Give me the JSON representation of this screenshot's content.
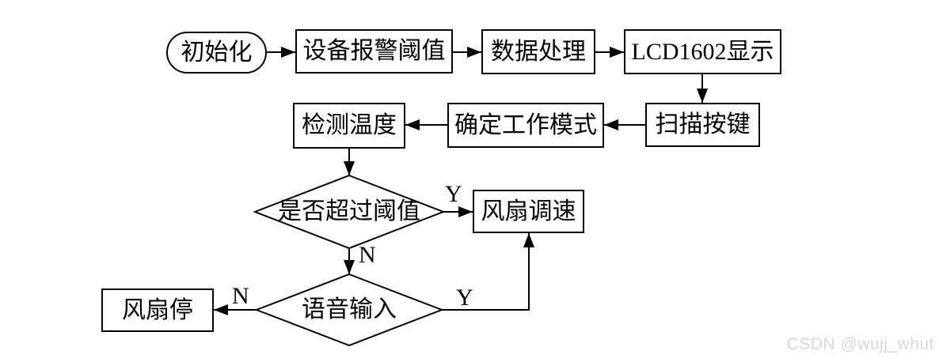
{
  "diagram": {
    "nodes": {
      "start": {
        "label": "初始化",
        "shape": "terminator"
      },
      "alarm_threshold": {
        "label": "设备报警阈值",
        "shape": "process"
      },
      "data_processing": {
        "label": "数据处理",
        "shape": "process"
      },
      "lcd_display": {
        "label": "LCD1602显示",
        "shape": "process"
      },
      "scan_keys": {
        "label": "扫描按键",
        "shape": "process"
      },
      "work_mode": {
        "label": "确定工作模式",
        "shape": "process"
      },
      "detect_temp": {
        "label": "检测温度",
        "shape": "process"
      },
      "threshold_decision": {
        "label": "是否超过阈值",
        "shape": "decision"
      },
      "fan_speed": {
        "label": "风扇调速",
        "shape": "process"
      },
      "voice_input": {
        "label": "语音输入",
        "shape": "decision"
      },
      "fan_stop": {
        "label": "风扇停",
        "shape": "process"
      }
    },
    "edge_labels": {
      "threshold_yes": "Y",
      "threshold_no": "N",
      "voice_no": "N",
      "voice_yes": "Y"
    },
    "colors": {
      "line": "#000000",
      "background": "#ffffff",
      "watermark": "#d8d8d8"
    }
  },
  "watermark": {
    "text": "CSDN @wujj_whut"
  }
}
